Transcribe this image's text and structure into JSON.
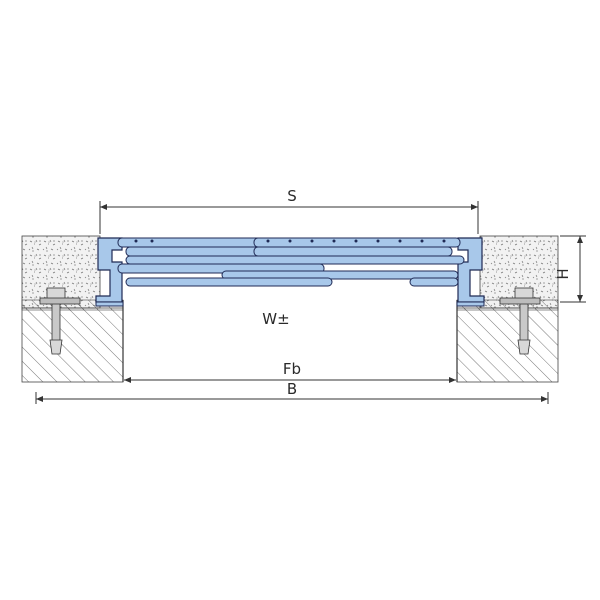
{
  "diagram": {
    "type": "expansion-joint-cross-section",
    "labels": {
      "span": "S",
      "height": "H",
      "movement": "W±",
      "gap_width": "Fb",
      "total_width": "B"
    },
    "colors": {
      "profile_fill": "#a8c8ea",
      "profile_stroke": "#1f2a55",
      "concrete_fill": "#eeeeee",
      "ground_fill": "#f4f4f4",
      "line": "#333333"
    }
  }
}
